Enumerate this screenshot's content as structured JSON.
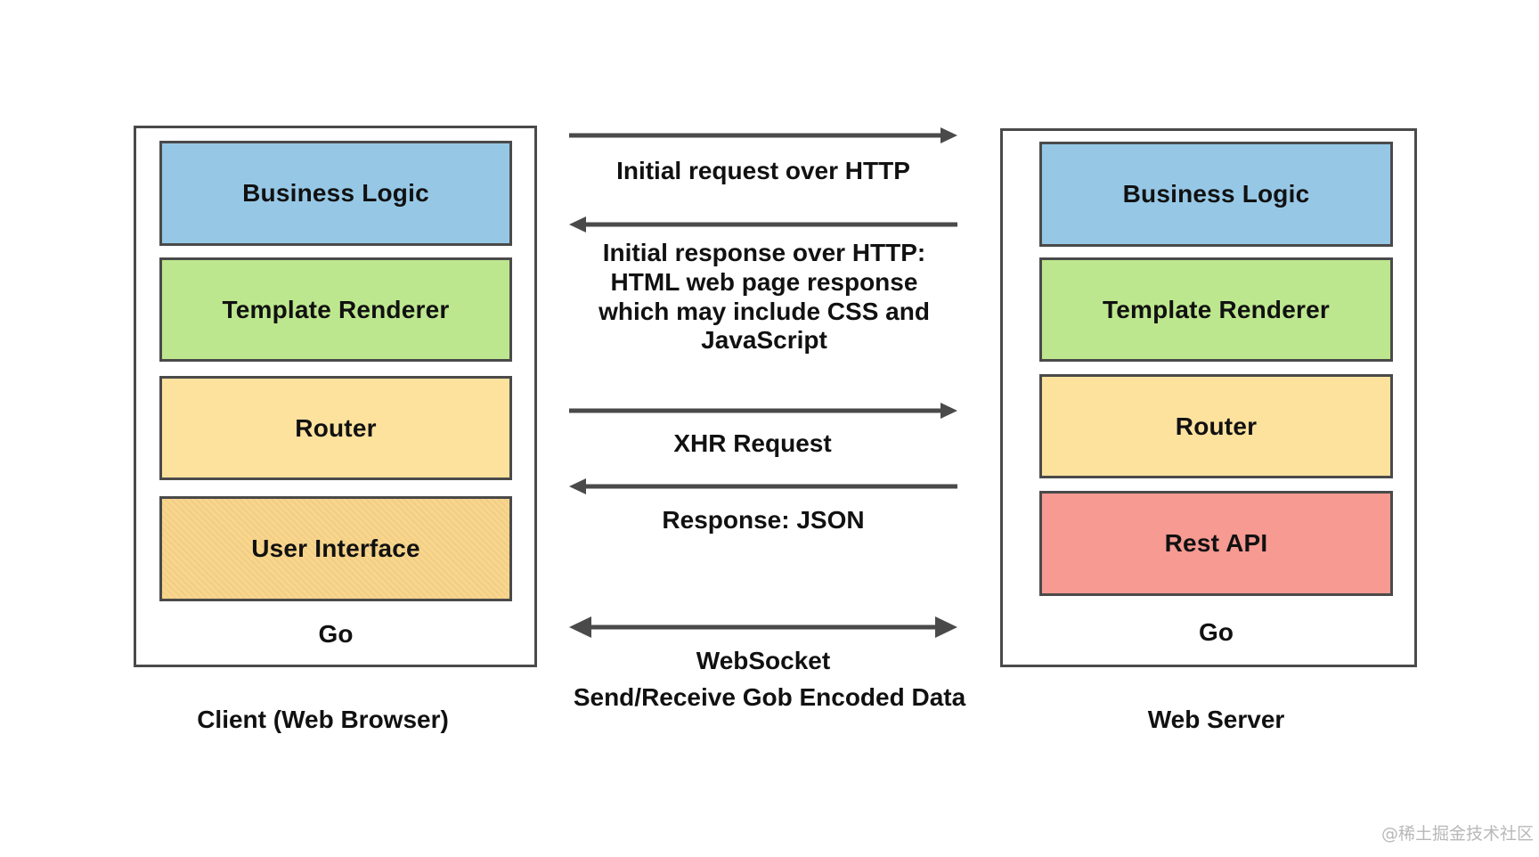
{
  "client": {
    "layers": [
      {
        "label": "Business Logic",
        "color": "#96c8e6"
      },
      {
        "label": "Template Renderer",
        "color": "#bde78e"
      },
      {
        "label": "Router",
        "color": "#fde29e"
      },
      {
        "label": "User Interface",
        "color": "#f9d68c"
      }
    ],
    "runtime": "Go",
    "caption": "Client (Web Browser)"
  },
  "server": {
    "layers": [
      {
        "label": "Business Logic",
        "color": "#96c8e6"
      },
      {
        "label": "Template Renderer",
        "color": "#bde78e"
      },
      {
        "label": "Router",
        "color": "#fde29e"
      },
      {
        "label": "Rest API",
        "color": "#f69a92"
      }
    ],
    "runtime": "Go",
    "caption": "Web Server"
  },
  "messages": {
    "initial_request": "Initial request over HTTP",
    "initial_response": "Initial response over HTTP: HTML web page response which may include CSS and JavaScript",
    "xhr_request": "XHR Request",
    "json_response": "Response: JSON",
    "websocket": "WebSocket",
    "websocket_detail": "Send/Receive Gob Encoded Data"
  },
  "colors": {
    "border": "#4a4a4a",
    "arrow": "#4a4a4a",
    "watermark": "#b8b8b8"
  },
  "watermark": "@稀土掘金技术社区"
}
